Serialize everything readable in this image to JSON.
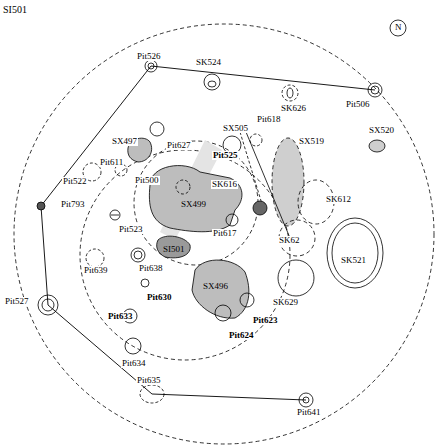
{
  "diagram": {
    "title": "SI501",
    "labels": [
      "N",
      "Pit526",
      "SK524",
      "SK626",
      "Pit506",
      "SX505",
      "Pit618",
      "SX520",
      "SX519",
      "SX497",
      "Pit627",
      "Pit525",
      "Pit611",
      "Pit500",
      "SK616",
      "Pit522",
      "SX499",
      "SK612",
      "Pit793",
      "Pit523",
      "Pit617",
      "SK62",
      "SK521",
      "SI501",
      "Pit639",
      "Pit638",
      "SX496",
      "Pit630",
      "SK629",
      "Pit623",
      "Pit633",
      "Pit624",
      "Pit527",
      "Pit634",
      "Pit635",
      "Pit641"
    ]
  }
}
